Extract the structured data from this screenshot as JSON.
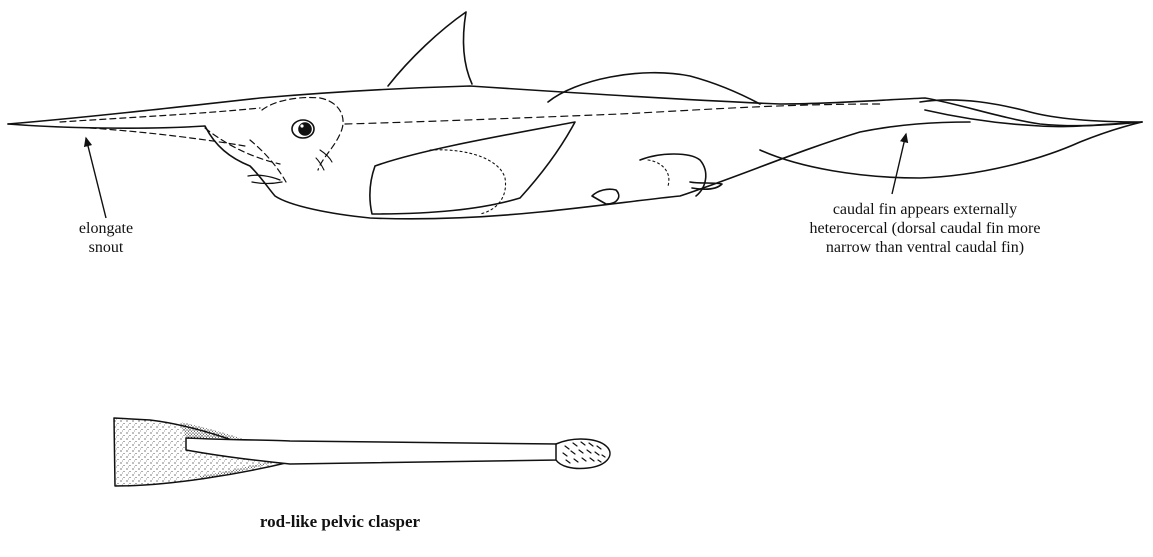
{
  "labels": {
    "snout": [
      "elongate",
      "snout"
    ],
    "caudal": [
      "caudal fin appears externally",
      "heterocercal (dorsal caudal fin more",
      "narrow than ventral caudal fin)"
    ],
    "clasper": "rod-like pelvic clasper"
  },
  "colors": {
    "ink": "#111111",
    "paper": "#ffffff"
  }
}
